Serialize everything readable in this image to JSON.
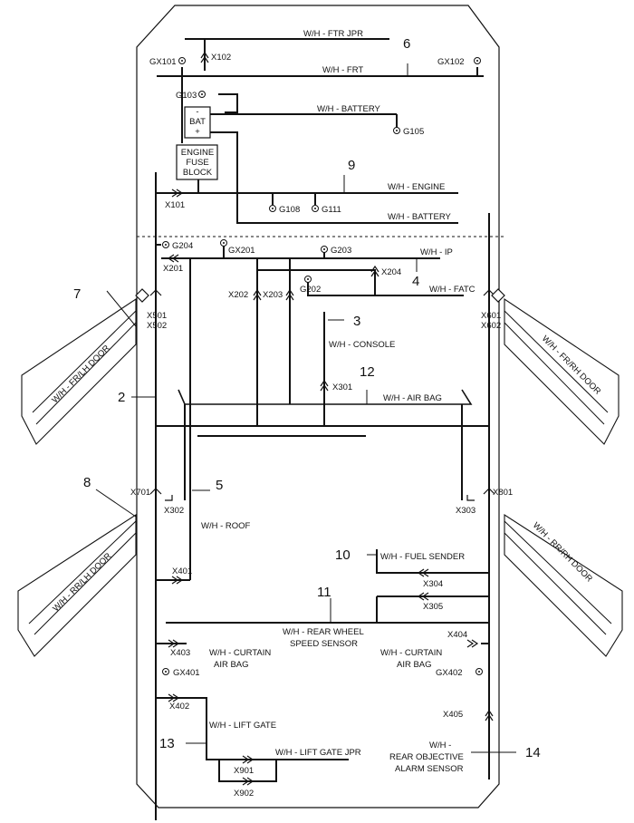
{
  "callouts": {
    "n2": "2",
    "n3": "3",
    "n4": "4",
    "n5": "5",
    "n6": "6",
    "n7": "7",
    "n8": "8",
    "n9": "9",
    "n10": "10",
    "n11": "11",
    "n12": "12",
    "n13": "13",
    "n14": "14"
  },
  "harnesses": {
    "ftr_jpr": "W/H - FTR JPR",
    "frt": "W/H - FRT",
    "battery1": "W/H - BATTERY",
    "engine": "W/H - ENGINE",
    "battery2": "W/H - BATTERY",
    "ip": "W/H - IP",
    "fatc": "W/H - FATC",
    "console": "W/H - CONSOLE",
    "air_bag": "W/H - AIR BAG",
    "roof": "W/H - ROOF",
    "fuel_sender": "W/H - FUEL SENDER",
    "rear_wheel_1": "W/H - REAR WHEEL",
    "rear_wheel_2": "SPEED SENSOR",
    "curtain_l_1": "W/H - CURTAIN",
    "curtain_l_2": "AIR BAG",
    "curtain_r_1": "W/H - CURTAIN",
    "curtain_r_2": "AIR BAG",
    "lift_gate": "W/H - LIFT GATE",
    "lift_gate_jpr": "W/H - LIFT GATE JPR",
    "rear_obj_1": "W/H -",
    "rear_obj_2": "REAR OBJECTIVE",
    "rear_obj_3": "ALARM SENSOR",
    "fr_lh_door": "W/H - FR/LH DOOR",
    "fr_rh_door": "W/H - FR/RH DOOR",
    "rr_lh_door": "W/H - RR/LH DOOR",
    "rr_rh_door": "W/H - RR/RH DOOR"
  },
  "components": {
    "bat_minus": "-",
    "bat": "BAT",
    "bat_plus": "+",
    "efb_1": "ENGINE",
    "efb_2": "FUSE",
    "efb_3": "BLOCK"
  },
  "grounds": {
    "gx101": "GX101",
    "gx102": "GX102",
    "g103": "G103",
    "g105": "G105",
    "g108": "G108",
    "g111": "G111",
    "g204": "G204",
    "gx201": "GX201",
    "g203": "G203",
    "g202": "G202",
    "gx401": "GX401",
    "gx402": "GX402"
  },
  "connectors": {
    "x101": "X101",
    "x102": "X102",
    "x201": "X201",
    "x202": "X202",
    "x203": "X203",
    "x204": "X204",
    "x301": "X301",
    "x302": "X302",
    "x303": "X303",
    "x304": "X304",
    "x305": "X305",
    "x401": "X401",
    "x402": "X402",
    "x403": "X403",
    "x404": "X404",
    "x405": "X405",
    "x501": "X501",
    "x502": "X502",
    "x601": "X601",
    "x602": "X602",
    "x701": "X701",
    "x801": "X801",
    "x901": "X901",
    "x902": "X902"
  }
}
